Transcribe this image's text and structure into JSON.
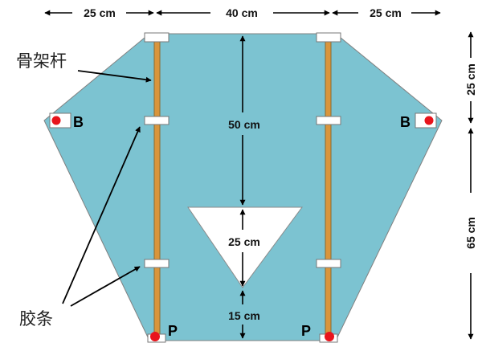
{
  "colors": {
    "kite_fill": "#7cc3d1",
    "kite_stroke": "#808080",
    "spar_fill": "#d9953c",
    "spar_stroke": "#8a6a30",
    "point_marker": "#e8141c"
  },
  "dimensions": {
    "top_left": "25 cm",
    "top_middle": "40 cm",
    "top_right": "25 cm",
    "right_upper": "25 cm",
    "right_lower": "65 cm",
    "center_upper": "50 cm",
    "center_triangle": "25 cm",
    "center_bottom": "15 cm"
  },
  "points": {
    "bridle_left": "B",
    "bridle_right": "B",
    "tail_left": "P",
    "tail_right": "P"
  },
  "callouts": {
    "spar": "骨架杆",
    "tape": "胶条"
  }
}
